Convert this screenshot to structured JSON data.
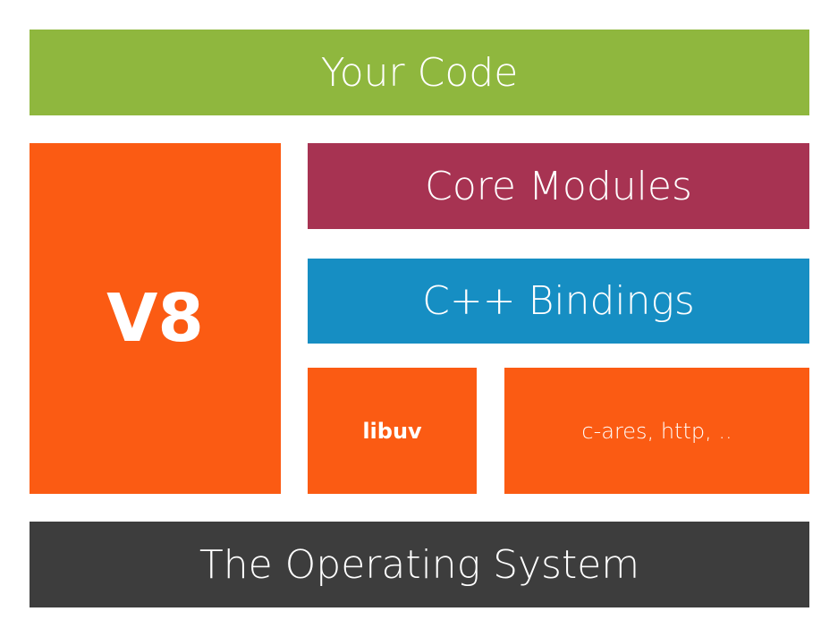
{
  "blocks": {
    "your_code": {
      "label": "Your Code",
      "color": "#8fb73e"
    },
    "v8": {
      "label": "V8",
      "color": "#fb5b13"
    },
    "core_modules": {
      "label": "Core Modules",
      "color": "#a73352"
    },
    "cpp_bindings": {
      "label": "C++ Bindings",
      "color": "#168ec3"
    },
    "libuv": {
      "label": "libuv",
      "color": "#fb5b13"
    },
    "c_ares": {
      "label": "c-ares, http, ..",
      "color": "#fb5b13"
    },
    "operating_system": {
      "label": "The Operating System",
      "color": "#3d3d3d"
    }
  }
}
